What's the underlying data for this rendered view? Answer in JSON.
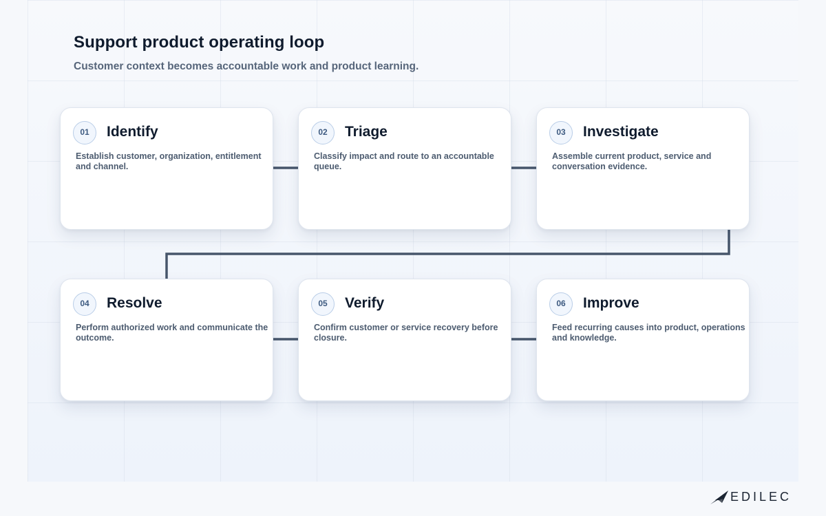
{
  "header": {
    "title": "Support product operating loop",
    "subtitle": "Customer context becomes accountable work and product learning."
  },
  "steps": [
    {
      "number": "01",
      "title": "Identify",
      "description": "Establish customer, organization, entitlement and channel."
    },
    {
      "number": "02",
      "title": "Triage",
      "description": "Classify impact and route to an accountable queue."
    },
    {
      "number": "03",
      "title": "Investigate",
      "description": "Assemble current product, service and conversation evidence."
    },
    {
      "number": "04",
      "title": "Resolve",
      "description": "Perform authorized work and communicate the outcome."
    },
    {
      "number": "05",
      "title": "Verify",
      "description": "Confirm customer or service recovery before closure."
    },
    {
      "number": "06",
      "title": "Improve",
      "description": "Feed recurring causes into product, operations and knowledge."
    }
  ],
  "brand": {
    "name": "EDILEC",
    "icon": "paper-plane-logo-icon"
  },
  "colors": {
    "connector": "#47566b",
    "badge_border": "#b9cde7",
    "title": "#0f1b2d"
  }
}
